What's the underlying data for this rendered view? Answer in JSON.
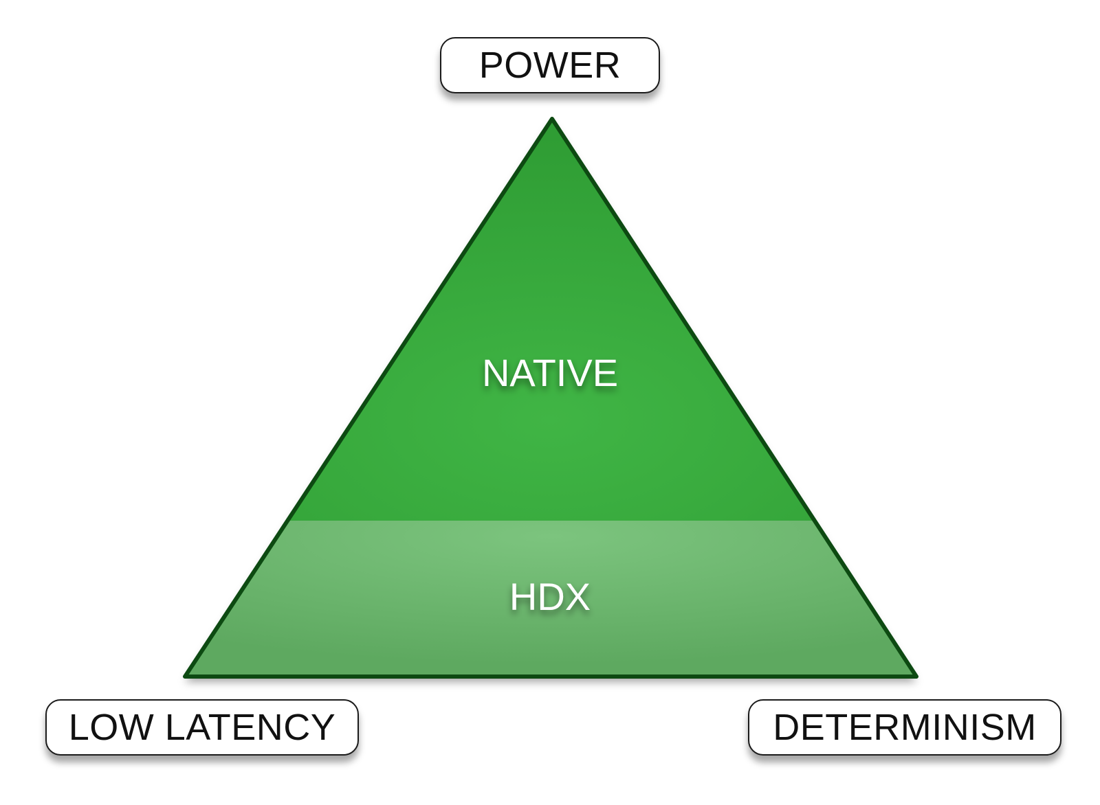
{
  "diagram": {
    "corners": {
      "top": "POWER",
      "bottom_left": "LOW LATENCY",
      "bottom_right": "DETERMINISM"
    },
    "layers": [
      {
        "label": "NATIVE",
        "color": "#3aa83e"
      },
      {
        "label": "HDX",
        "color": "#6cb96e"
      }
    ],
    "colors": {
      "triangle_stroke": "#0d4a12",
      "native_fill": "#3aa83e",
      "hdx_fill": "#6cb96e",
      "label_text": "#ffffff",
      "box_border": "#1a1a1a"
    }
  }
}
